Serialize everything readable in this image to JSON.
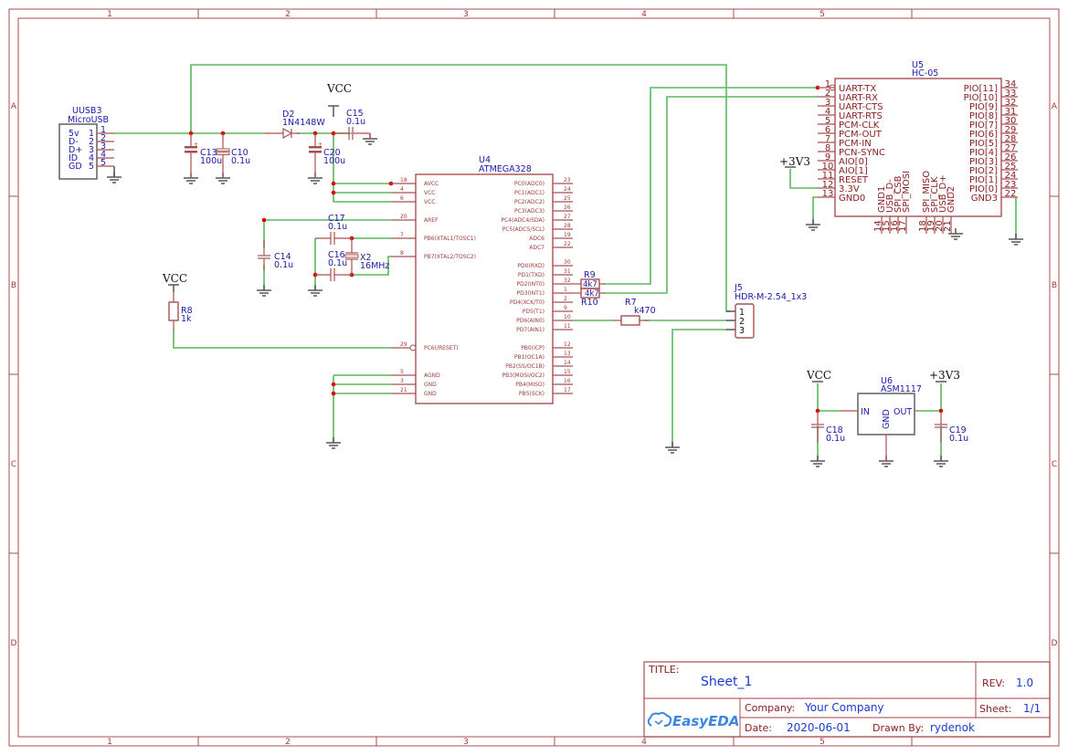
{
  "frame": {
    "columns": [
      "1",
      "2",
      "3",
      "4",
      "5"
    ],
    "rows": [
      "A",
      "B",
      "C",
      "D"
    ],
    "color": "#a03a3a"
  },
  "colors": {
    "wire": "#5cb85c",
    "part": "#a85050",
    "ref_text": "#1a1aa8",
    "junction": "#dd0000"
  },
  "power_labels": {
    "vcc": "VCC",
    "v33": "+3V3"
  },
  "components": {
    "usb": {
      "ref": "UUSB3",
      "value": "MicroUSB",
      "pins": [
        {
          "name": "5v",
          "num": "1"
        },
        {
          "name": "D-",
          "num": "2"
        },
        {
          "name": "D+",
          "num": "3"
        },
        {
          "name": "ID",
          "num": "4"
        },
        {
          "name": "GD",
          "num": "5"
        }
      ]
    },
    "c13": {
      "ref": "C13",
      "value": "100u"
    },
    "c10": {
      "ref": "C10",
      "value": "0.1u"
    },
    "d2": {
      "ref": "D2",
      "value": "1N4148W"
    },
    "c15": {
      "ref": "C15",
      "value": "0.1u"
    },
    "c20": {
      "ref": "C20",
      "value": "100u"
    },
    "c17": {
      "ref": "C17",
      "value": "0.1u"
    },
    "c16": {
      "ref": "C16",
      "value": "0.1u"
    },
    "c14": {
      "ref": "C14",
      "value": "0.1u"
    },
    "x2": {
      "ref": "X2",
      "value": "16MHz"
    },
    "r8": {
      "ref": "R8",
      "value": "1k"
    },
    "r9": {
      "ref": "R9",
      "value": "4k7"
    },
    "r10": {
      "ref": "R10",
      "value": "4k7"
    },
    "r7": {
      "ref": "R7",
      "value": "k470"
    },
    "j5": {
      "ref": "J5",
      "value": "HDR-M-2.54_1x3",
      "pins": [
        "1",
        "2",
        "3"
      ]
    },
    "c18": {
      "ref": "C18",
      "value": "0.1u"
    },
    "c19": {
      "ref": "C19",
      "value": "0.1u"
    },
    "u6": {
      "ref": "U6",
      "value": "ASM1117",
      "pins": {
        "in": "IN",
        "gnd": "GND",
        "out": "OUT"
      }
    },
    "u4": {
      "ref": "U4",
      "value": "ATMEGA328",
      "left_pins": [
        {
          "name": "AVCC",
          "num": "18"
        },
        {
          "name": "VCC",
          "num": "4"
        },
        {
          "name": "VCC",
          "num": "6"
        },
        {
          "name": "AREF",
          "num": "20"
        },
        {
          "name": "PB6(XTAL1/TOSC1)",
          "num": "7"
        },
        {
          "name": "PB7(XTAL2/TOSC2)",
          "num": "8"
        },
        {
          "name": "PC6(/RESET)",
          "num": "29"
        },
        {
          "name": "AGND",
          "num": "5"
        },
        {
          "name": "GND",
          "num": "3"
        },
        {
          "name": "GND",
          "num": "21"
        }
      ],
      "right_pins": [
        {
          "name": "PC0(ADC0)",
          "num": "23"
        },
        {
          "name": "PC1(ADC1)",
          "num": "24"
        },
        {
          "name": "PC2(ADC2)",
          "num": "25"
        },
        {
          "name": "PC3(ADC3)",
          "num": "26"
        },
        {
          "name": "PC4(ADC4/SDA)",
          "num": "27"
        },
        {
          "name": "PC5(ADC5/SCL)",
          "num": "28"
        },
        {
          "name": "ADC6",
          "num": "19"
        },
        {
          "name": "ADC7",
          "num": "22"
        },
        {
          "name": "PD0(RXD)",
          "num": "30"
        },
        {
          "name": "PD1(TXD)",
          "num": "31"
        },
        {
          "name": "PD2(INT0)",
          "num": "32"
        },
        {
          "name": "PD3(INT1)",
          "num": "1"
        },
        {
          "name": "PD4(XCK/T0)",
          "num": "2"
        },
        {
          "name": "PD5(T1)",
          "num": "9"
        },
        {
          "name": "PD6(AIN0)",
          "num": "10"
        },
        {
          "name": "PD7(AIN1)",
          "num": "11"
        },
        {
          "name": "PB0(ICP)",
          "num": "12"
        },
        {
          "name": "PB1(OC1A)",
          "num": "13"
        },
        {
          "name": "PB2(SS/OC1B)",
          "num": "14"
        },
        {
          "name": "PB3(MOSI/OC2)",
          "num": "15"
        },
        {
          "name": "PB4(MISO)",
          "num": "16"
        },
        {
          "name": "PB5(SCK)",
          "num": "17"
        }
      ]
    },
    "u5": {
      "ref": "U5",
      "value": "HC-05",
      "left_pins": [
        {
          "name": "UART-TX",
          "num": "1"
        },
        {
          "name": "UART-RX",
          "num": "2"
        },
        {
          "name": "UART-CTS",
          "num": "3"
        },
        {
          "name": "UART-RTS",
          "num": "4"
        },
        {
          "name": "PCM-CLK",
          "num": "5"
        },
        {
          "name": "PCM-OUT",
          "num": "6"
        },
        {
          "name": "PCM-IN",
          "num": "7"
        },
        {
          "name": "PCN-SYNC",
          "num": "8"
        },
        {
          "name": "AIO[0]",
          "num": "9"
        },
        {
          "name": "AIO[1]",
          "num": "10"
        },
        {
          "name": "RESET",
          "num": "11"
        },
        {
          "name": "3.3V",
          "num": "12"
        },
        {
          "name": "GND0",
          "num": "13"
        }
      ],
      "right_pins": [
        {
          "name": "PIO[11]",
          "num": "34"
        },
        {
          "name": "PIO[10]",
          "num": "33"
        },
        {
          "name": "PIO[9]",
          "num": "32"
        },
        {
          "name": "PIO[8]",
          "num": "31"
        },
        {
          "name": "PIO[7]",
          "num": "30"
        },
        {
          "name": "PIO[6]",
          "num": "29"
        },
        {
          "name": "PIO[5]",
          "num": "28"
        },
        {
          "name": "PIO[4]",
          "num": "27"
        },
        {
          "name": "PIO[3]",
          "num": "26"
        },
        {
          "name": "PIO[2]",
          "num": "25"
        },
        {
          "name": "PIO[1]",
          "num": "24"
        },
        {
          "name": "PIO[0]",
          "num": "23"
        },
        {
          "name": "GND3",
          "num": "22"
        }
      ],
      "bottom_pins": [
        {
          "name": "GND1",
          "num": "14"
        },
        {
          "name": "USB_D-",
          "num": "15"
        },
        {
          "name": "SPI_CSB",
          "num": "16"
        },
        {
          "name": "SPI_MOSI",
          "num": "17"
        },
        {
          "name": "SPI_MISO",
          "num": "18"
        },
        {
          "name": "SPI_CLK",
          "num": "19"
        },
        {
          "name": "USB_D+",
          "num": "20"
        },
        {
          "name": "GND2",
          "num": "21"
        }
      ]
    }
  },
  "title_block": {
    "title_label": "TITLE:",
    "title": "Sheet_1",
    "rev_label": "REV:",
    "rev": "1.0",
    "company_label": "Company:",
    "company": "Your Company",
    "sheet_label": "Sheet:",
    "sheet": "1/1",
    "date_label": "Date:",
    "date": "2020-06-01",
    "drawn_label": "Drawn By:",
    "drawn_by": "rydenok",
    "logo": "EasyEDA"
  }
}
